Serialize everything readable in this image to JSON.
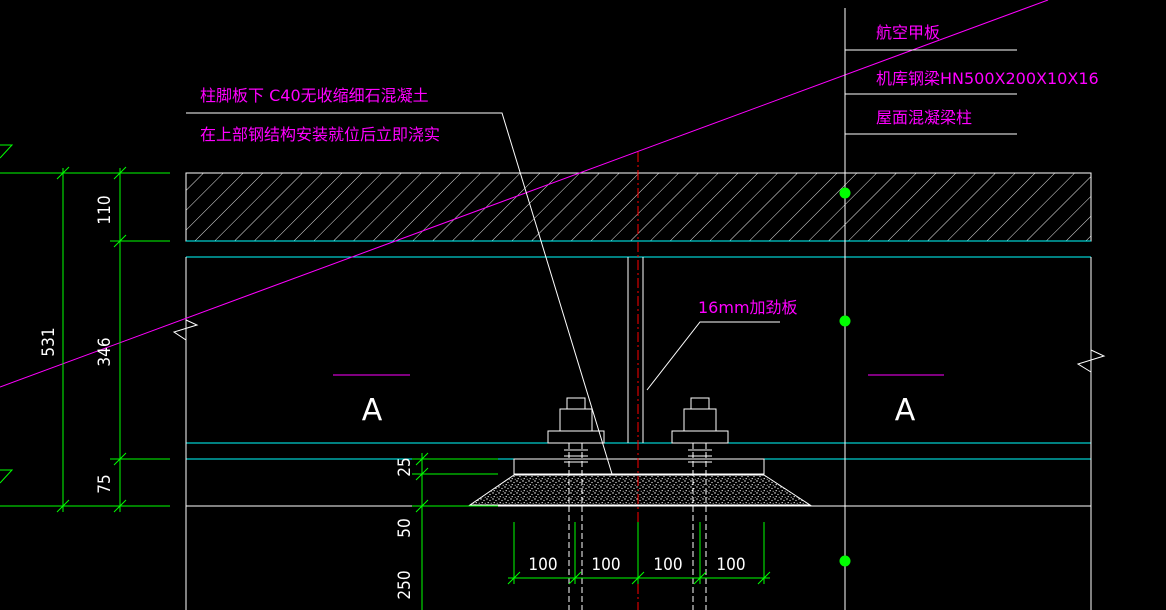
{
  "colors": {
    "background": "#000000",
    "outline": "#ffffff",
    "dimension": "#00ff00",
    "annotation": "#ff00ff",
    "plate_edge": "#00ffff",
    "center_line": "#ff0000",
    "node_marker": "#00ff00"
  },
  "annotations": {
    "grout_line1": "柱脚板下  C40无收缩细石混凝土",
    "grout_line2": "在上部钢结构安装就位后立即浇实",
    "stiffener": "16mm加劲板",
    "legend_1": "航空甲板",
    "legend_2": "机库钢梁HN500X200X10X16",
    "legend_3": "屋面混凝梁柱",
    "section_left": "A",
    "section_right": "A"
  },
  "dimensions": {
    "d_531": "531",
    "d_110": "110",
    "d_346": "346",
    "d_75": "75",
    "d_25": "25",
    "d_50": "50",
    "d_250": "250",
    "d_100_1": "100",
    "d_100_2": "100",
    "d_100_3": "100",
    "d_100_4": "100"
  }
}
